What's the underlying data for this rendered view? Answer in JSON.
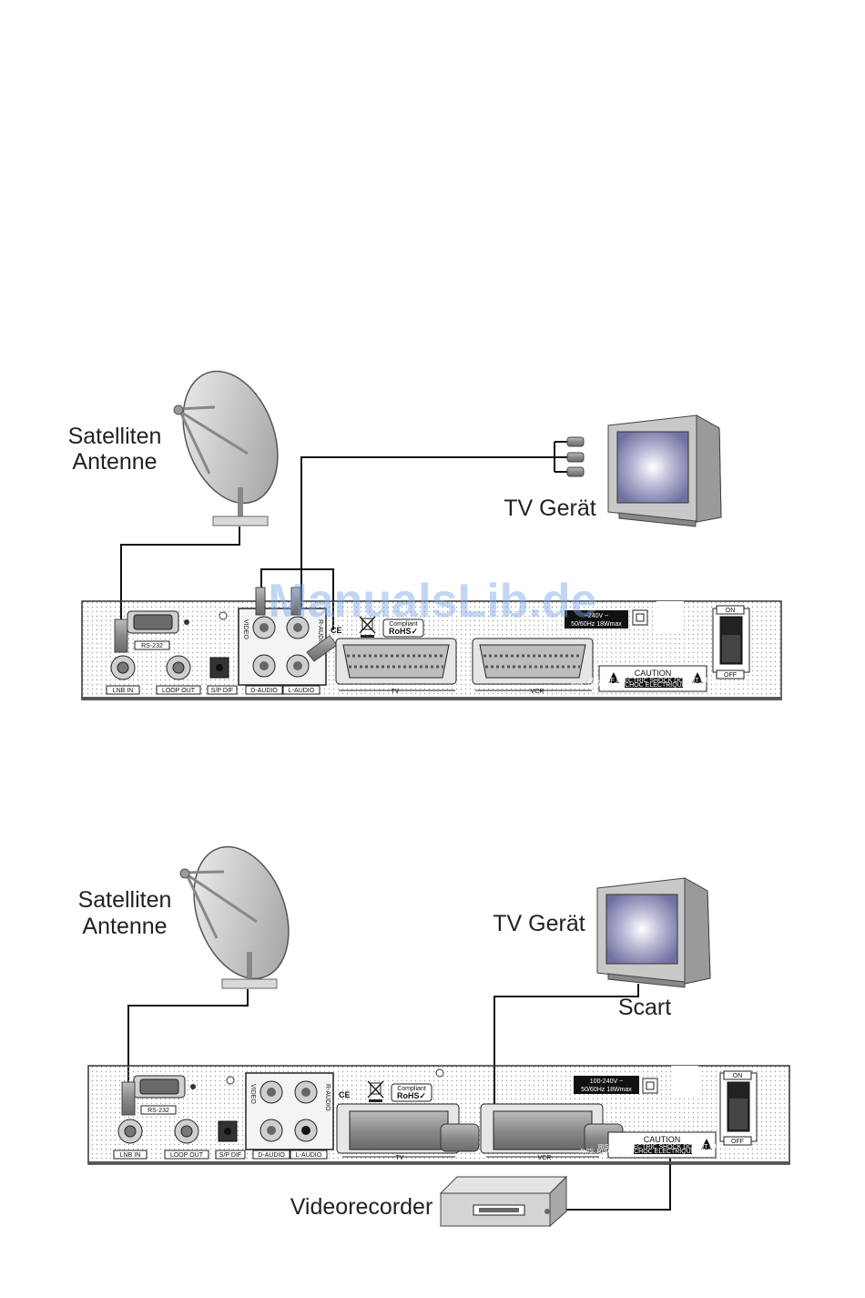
{
  "watermark": "ManualsLib.de",
  "diagram1": {
    "dish_label_line1": "Satelliten",
    "dish_label_line2": "Antenne",
    "tv_label": "TV Gerät",
    "ports": {
      "rs232": "RS-232",
      "lnb_in": "LNB IN",
      "loop_out": "LOOP OUT",
      "spdif": "S/P DIF",
      "video": "VIDEO",
      "r_audio": "R-AUDIO",
      "d_audio": "D-AUDIO",
      "l_audio": "L-AUDIO",
      "scart_tv": "TV",
      "scart_vcr": "VCR",
      "power_on": "ON",
      "power_off": "OFF"
    },
    "power_rating_1": "~240V ~",
    "power_rating_2": "50/60Hz  18Wmax",
    "caution": "CAUTION",
    "caution_line1": "RISK OF ELECTRIC SHOCK DO NOT OPEN",
    "caution_line2": "AVIS: RISQUE DE CHOC ELECTRIQUE NE PAS OUVRIR",
    "ce_mark": "CE",
    "rohs_top": "Compliant",
    "rohs": "RoHS✓"
  },
  "diagram2": {
    "dish_label_line1": "Satelliten",
    "dish_label_line2": "Antenne",
    "tv_label": "TV Gerät",
    "scart_label": "Scart",
    "vcr_label": "Videorecorder",
    "ports": {
      "rs232": "RS-232",
      "lnb_in": "LNB IN",
      "loop_out": "LOOP OUT",
      "spdif": "S/P DIF",
      "video": "VIDEO",
      "r_audio": "R-AUDIO",
      "d_audio": "D-AUDIO",
      "l_audio": "L-AUDIO",
      "scart_tv": "TV",
      "scart_vcr": "VCR",
      "power_on": "ON",
      "power_off": "OFF"
    },
    "power_rating_1": "100-240V ~",
    "power_rating_2": "50/60Hz  18Wmax",
    "caution": "CAUTION",
    "caution_line1": "RISK OF ELECTRIC SHOCK DO NOT OPEN",
    "caution_line2": "AVIS: RISQUE DE CHOC ELECTRIQUE NE PAS OUVRIR",
    "ce_mark": "CE",
    "rohs_top": "Compliant",
    "rohs": "RoHS✓"
  }
}
